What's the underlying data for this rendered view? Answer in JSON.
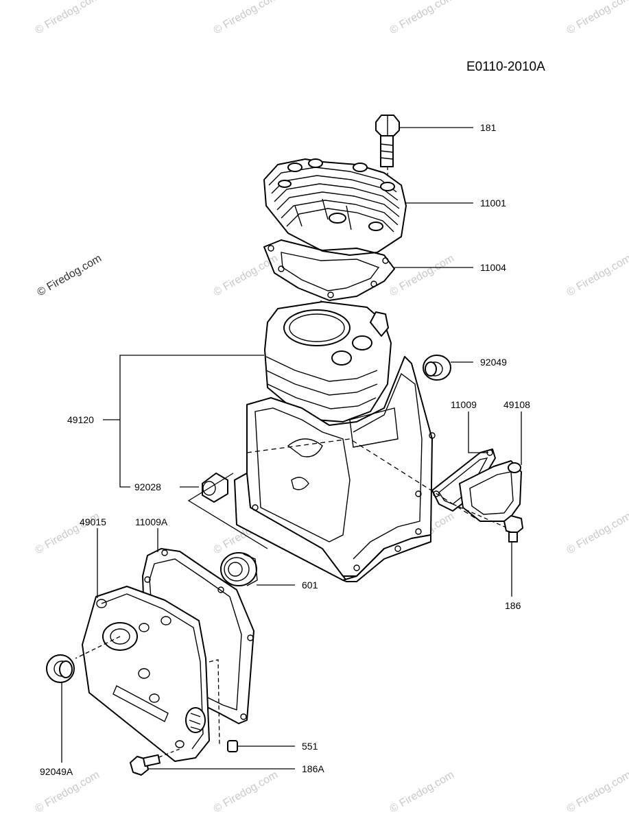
{
  "diagram_code": "E0110-2010A",
  "watermark_text": "© Firedog.com",
  "parts": [
    {
      "id": "bolt-181",
      "label": "181"
    },
    {
      "id": "cylinder-head-11001",
      "label": "11001"
    },
    {
      "id": "head-gasket-11004",
      "label": "11004"
    },
    {
      "id": "oil-seal-92049",
      "label": "92049"
    },
    {
      "id": "cylinder-block-49120",
      "label": "49120"
    },
    {
      "id": "gasket-11009",
      "label": "11009"
    },
    {
      "id": "cover-49108",
      "label": "49108"
    },
    {
      "id": "bushing-92028",
      "label": "92028"
    },
    {
      "id": "crankcase-cover-49015",
      "label": "49015"
    },
    {
      "id": "gasket-11009A",
      "label": "11009A"
    },
    {
      "id": "bearing-601",
      "label": "601"
    },
    {
      "id": "bolt-186",
      "label": "186"
    },
    {
      "id": "pin-551",
      "label": "551"
    },
    {
      "id": "oil-seal-92049A",
      "label": "92049A"
    },
    {
      "id": "bolt-186A",
      "label": "186A"
    }
  ]
}
